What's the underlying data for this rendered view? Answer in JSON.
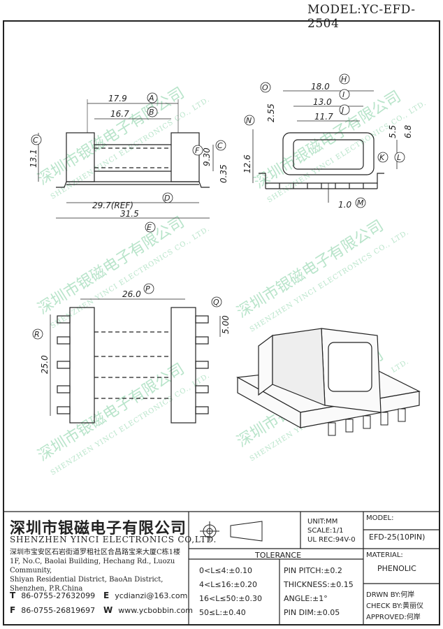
{
  "model_title": "MODEL:YC-EFD-2504",
  "dimensions": {
    "A": "17.9",
    "B": "16.7",
    "C_top": "13.1",
    "F": "9.30",
    "C_right": "0.35",
    "D": "29.7(REF)",
    "E": "31.5",
    "H": "18.0",
    "I": "13.0",
    "J": "11.7",
    "O": "2.55",
    "N": "12.6",
    "K": "5.5",
    "L": "6.8",
    "M": "1.0",
    "P": "26.0",
    "Q": "5.00",
    "R": "25.0"
  },
  "letters": [
    "A",
    "B",
    "C",
    "F",
    "D",
    "E",
    "H",
    "I",
    "J",
    "O",
    "N",
    "K",
    "L",
    "M",
    "P",
    "Q",
    "R"
  ],
  "watermark": {
    "cn": "深圳市银磁电子有限公司",
    "en": "SHENZHEN YINCI ELECTRONICS CO., LTD."
  },
  "company": {
    "name_cn": "深圳市银磁电子有限公司",
    "name_en": "SHENZHEN YINCI ELECTRONICS CO,LTD.",
    "address_cn": "深圳市宝安区石岩街道罗租社区合昌路宝来大厦C栋1楼",
    "address_en_1": "1F, No.C, Baolai Building, Hechang Rd., Luozu Community,",
    "address_en_2": "Shiyan Residential District, BaoAn District,",
    "address_en_3": "Shenzhen, P.R.China",
    "tel_label": "T",
    "tel": "86-0755-27632099",
    "fax_label": "F",
    "fax": "86-0755-26819697",
    "email_label": "E",
    "email": "ycdianzi@163.com",
    "web_label": "W",
    "web": "www.ycbobbin.com"
  },
  "specs": {
    "unit": "UNIT:MM",
    "scale": "SCALE:1/1",
    "ul": "UL REC:94V-0",
    "model_label": "MODEL:",
    "model_value": "EFD-25(10PIN)",
    "material_label": "MATERIAL:",
    "material_value": "PHENOLIC"
  },
  "tolerance": {
    "title": "TOLERANCE",
    "rows": [
      {
        "left": "0<L≤4:±0.10",
        "right": "PIN PITCH:±0.2"
      },
      {
        "left": "4<L≤16:±0.20",
        "right": "THICKNESS:±0.15"
      },
      {
        "left": "16<L≤50:±0.30",
        "right": "ANGLE:±1°"
      },
      {
        "left": "50≤L:±0.40",
        "right": "PIN DIM:±0.05"
      }
    ]
  },
  "approvals": {
    "drawn": "DRWN BY:何岸",
    "check": "CHECK BY:黄丽仪",
    "approved": "APPROVED:何岸"
  }
}
